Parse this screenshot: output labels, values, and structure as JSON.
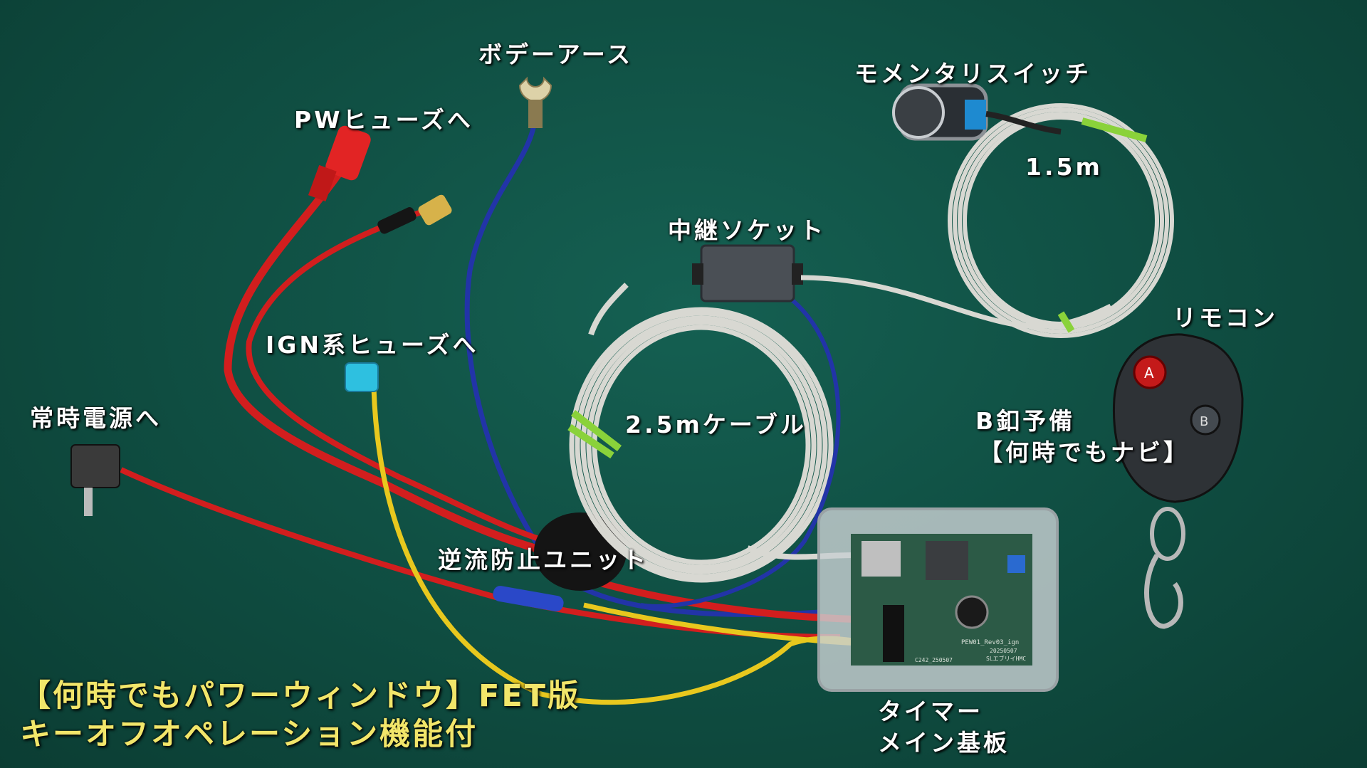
{
  "labels": {
    "body_earth": "ボデーアース",
    "pw_fuse": "PWヒューズへ",
    "momentary_switch": "モメンタリスイッチ",
    "length_short": "1.5m",
    "relay_socket": "中継ソケット",
    "ign_fuse": "IGN系ヒューズへ",
    "remote": "リモコン",
    "constant_power": "常時電源へ",
    "cable_long": "2.5mケーブル",
    "b_button_line1": "B釦予備",
    "b_button_line2": "【何時でもナビ】",
    "backflow_unit": "逆流防止ユニット",
    "timer_line1": "タイマー",
    "timer_line2": "メイン基板"
  },
  "caption": {
    "line1": "【何時でもパワーウィンドウ】FET版",
    "line2": "キーオフオペレーション機能付"
  },
  "board": {
    "silk_1": "PEW01_Rev03_ign",
    "silk_2": "20250507",
    "silk_3": "SLエブリイHMC",
    "silk_4": "C242_250507"
  },
  "remote_buttons": {
    "a": "A",
    "b": "B"
  },
  "colors": {
    "mat": "#0f4d41",
    "label_text": "#ffffff",
    "caption_text": "#f2e66a",
    "wire_red": "#d21e1e",
    "wire_blue": "#2234a8",
    "wire_yellow": "#e8c81e",
    "cable_gray": "#d8d8d2"
  }
}
